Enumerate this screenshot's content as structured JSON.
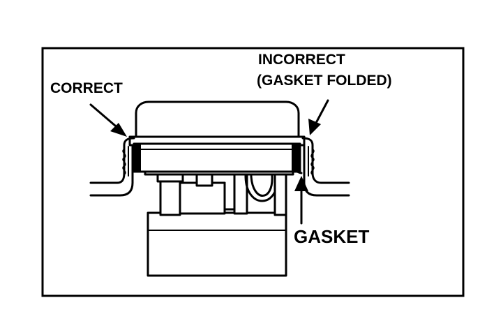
{
  "labels": {
    "correct": "CORRECT",
    "incorrect_line1": "INCORRECT",
    "incorrect_line2": "(GASKET FOLDED)",
    "gasket": "GASKET"
  },
  "colors": {
    "ink": "#000000",
    "paper": "#ffffff"
  }
}
